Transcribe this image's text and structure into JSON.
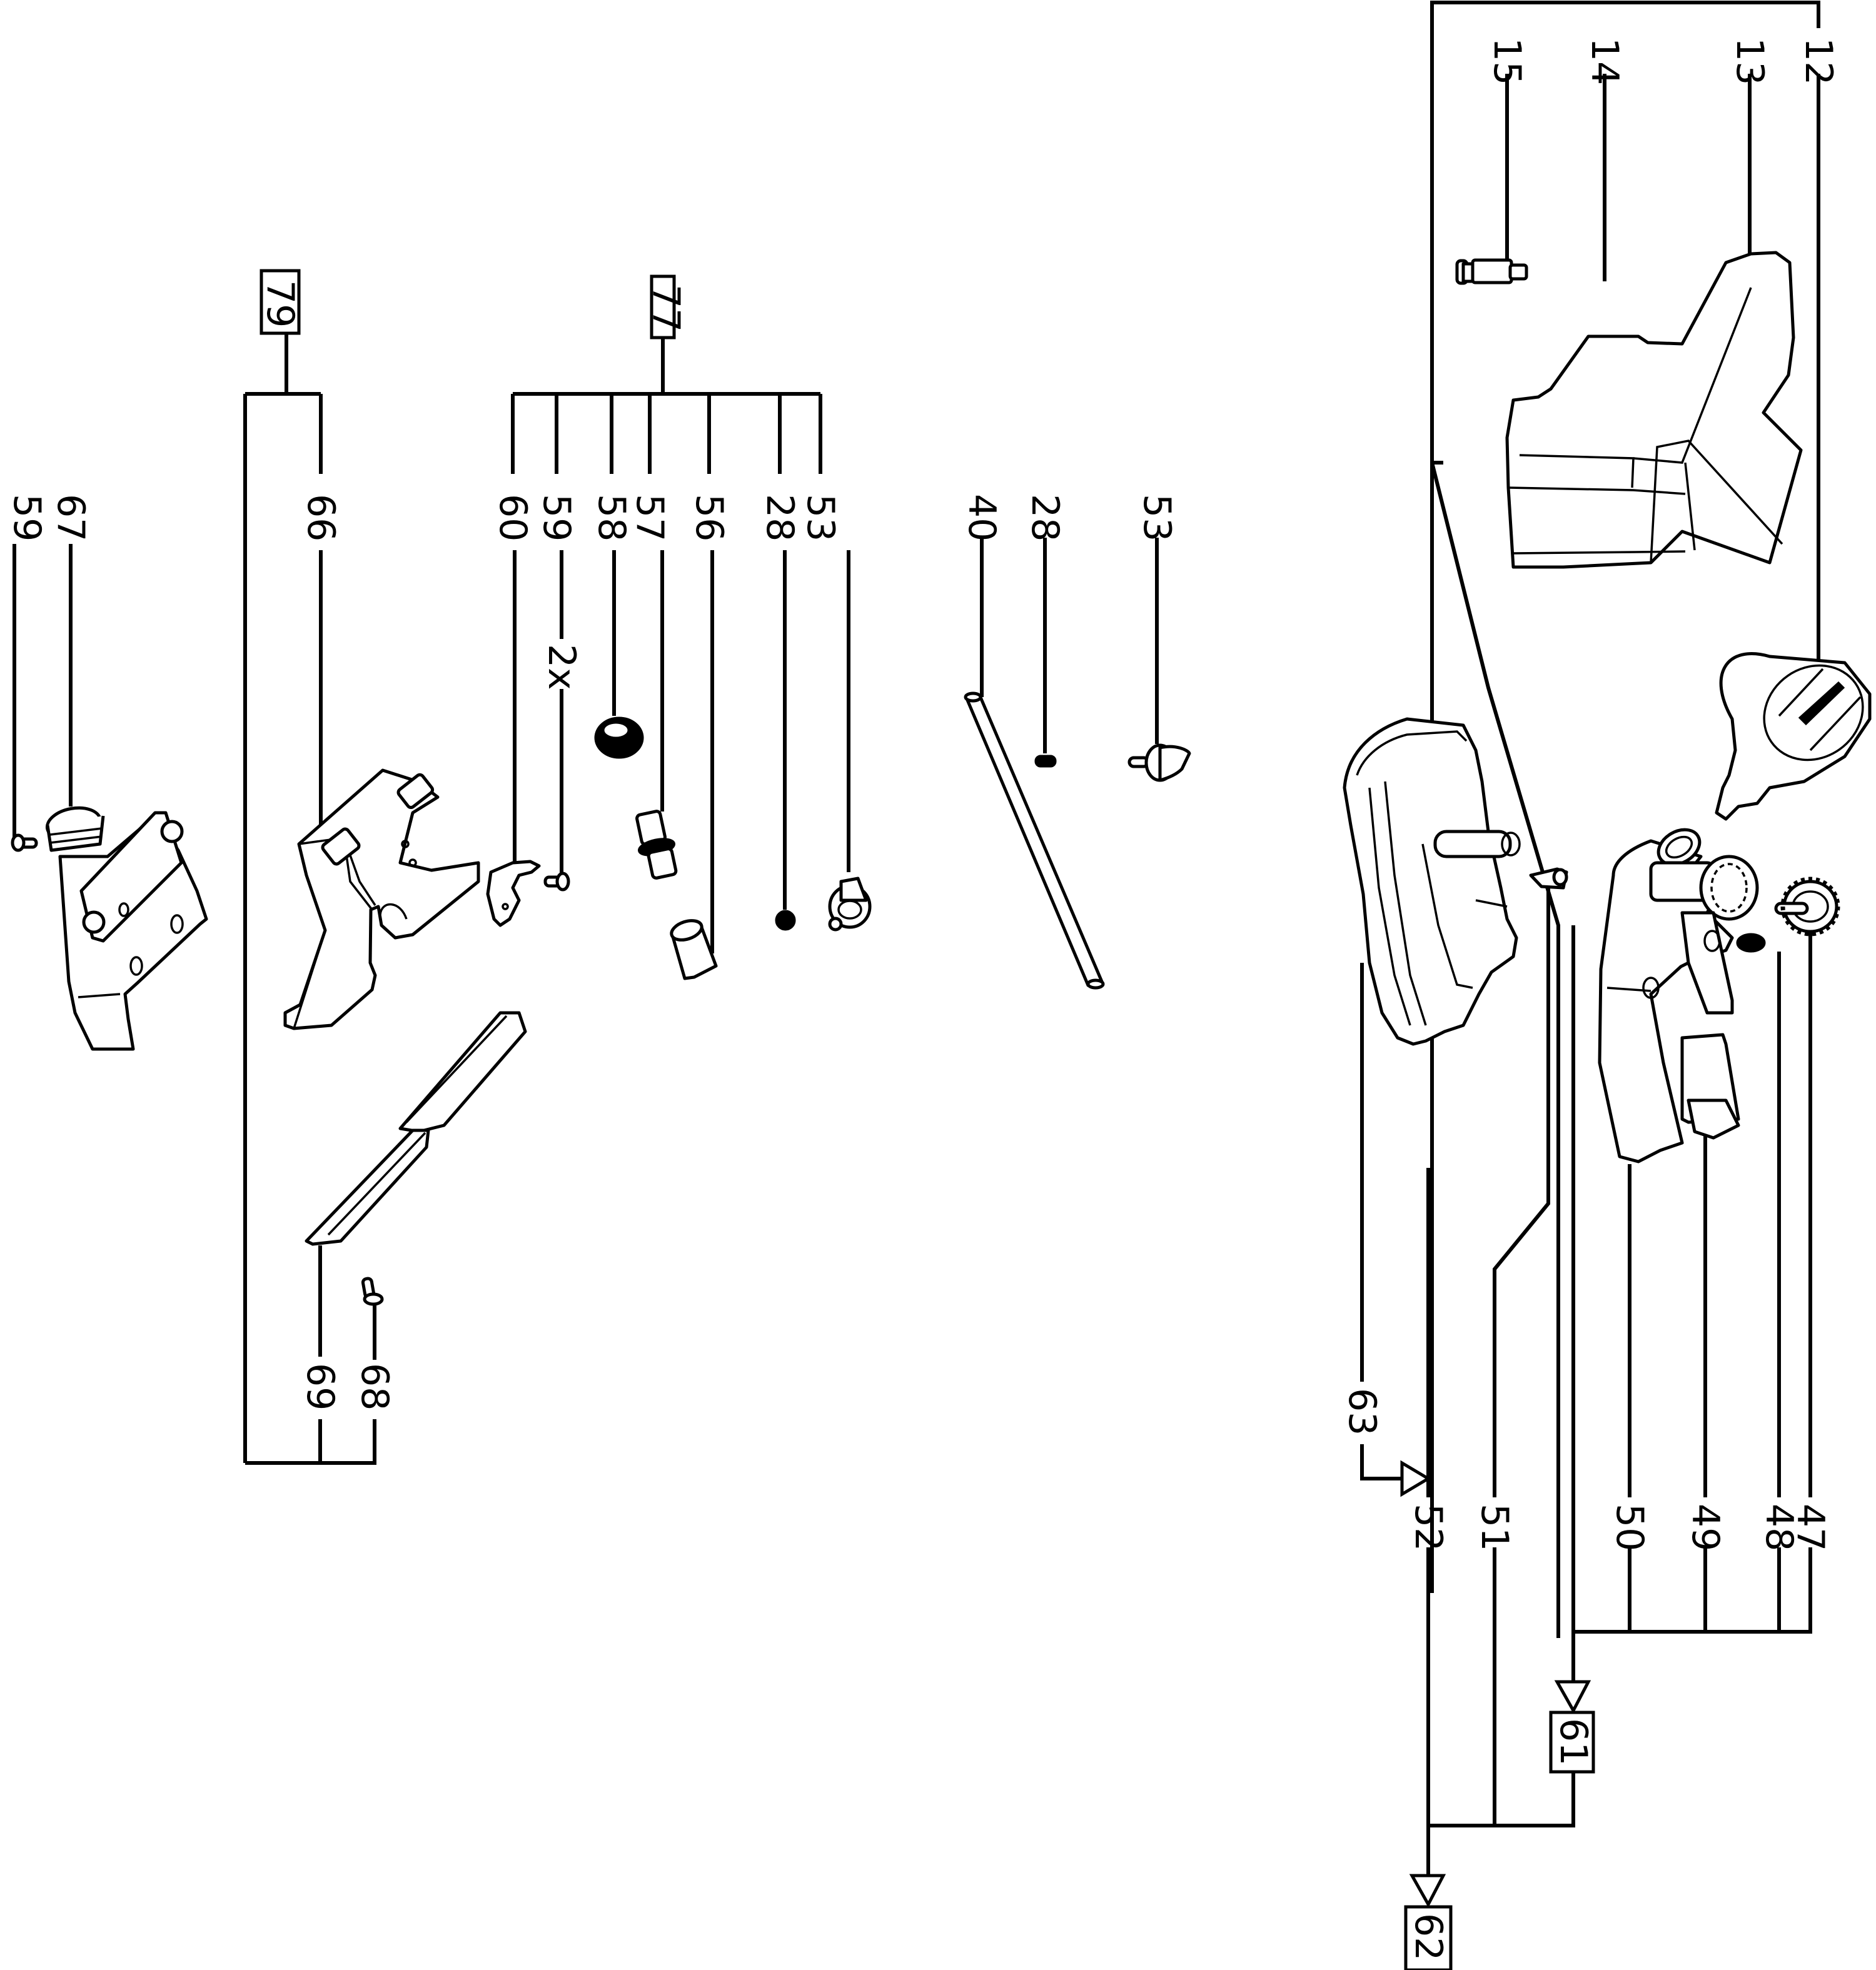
{
  "diagram": {
    "type": "exploded-parts-diagram",
    "orientation": "rotated-90-clockwise",
    "line_color": "#000000",
    "background": "#ffffff"
  },
  "groups": [
    {
      "id": "group-12",
      "label": "12",
      "children": [
        "13",
        "14",
        "15"
      ]
    },
    {
      "id": "group-61",
      "label": "61",
      "boxed": true,
      "children": [
        "47",
        "48",
        "49",
        "50",
        "12"
      ]
    },
    {
      "id": "group-62",
      "label": "62",
      "boxed": true,
      "children": [
        "51",
        "52",
        "61"
      ]
    },
    {
      "id": "group-77",
      "label": "77",
      "boxed": true,
      "children": [
        "53",
        "28",
        "56",
        "57",
        "58",
        "59",
        "60"
      ]
    },
    {
      "id": "group-79",
      "label": "79",
      "boxed": true,
      "children": [
        "66",
        "68",
        "69"
      ]
    }
  ],
  "callouts": {
    "c12": "12",
    "c13": "13",
    "c14": "14",
    "c15": "15",
    "c47": "47",
    "c48": "48",
    "c49": "49",
    "c50": "50",
    "c51": "51",
    "c52": "52",
    "c63": "63",
    "c61": "61",
    "c62": "62",
    "c53a": "53",
    "c28a": "28",
    "c40": "40",
    "c77": "77",
    "c53b": "53",
    "c28b": "28",
    "c56": "56",
    "c57": "57",
    "c58": "58",
    "c59": "59",
    "c60": "60",
    "qty59": "2x",
    "c79": "79",
    "c66": "66",
    "c68": "68",
    "c69": "69",
    "c67": "67",
    "c59b": "59"
  },
  "parts": [
    {
      "no": "12",
      "icon": "knob-with-logo"
    },
    {
      "no": "13",
      "icon": "hex-nut"
    },
    {
      "no": "14",
      "icon": "housing-cover"
    },
    {
      "no": "15",
      "icon": "pin"
    },
    {
      "no": "47",
      "icon": "knurled-screw"
    },
    {
      "no": "48",
      "icon": "spring"
    },
    {
      "no": "49",
      "icon": "plate"
    },
    {
      "no": "50",
      "icon": "bracket-arm"
    },
    {
      "no": "51",
      "icon": "small-pin"
    },
    {
      "no": "52",
      "icon": "frame-clamp"
    },
    {
      "no": "53",
      "icon": "wing-knob"
    },
    {
      "no": "28",
      "icon": "grub-screw"
    },
    {
      "no": "40",
      "icon": "rod"
    },
    {
      "no": "56",
      "icon": "sleeve"
    },
    {
      "no": "57",
      "icon": "threaded-bushing"
    },
    {
      "no": "58",
      "icon": "knurled-nut"
    },
    {
      "no": "59",
      "icon": "screw",
      "quantity": "2x"
    },
    {
      "no": "60",
      "icon": "angle-bracket"
    },
    {
      "no": "66",
      "icon": "guide-bracket"
    },
    {
      "no": "67",
      "icon": "extraction-adapter"
    },
    {
      "no": "68",
      "icon": "screw"
    },
    {
      "no": "69",
      "icon": "guide-rail"
    }
  ]
}
